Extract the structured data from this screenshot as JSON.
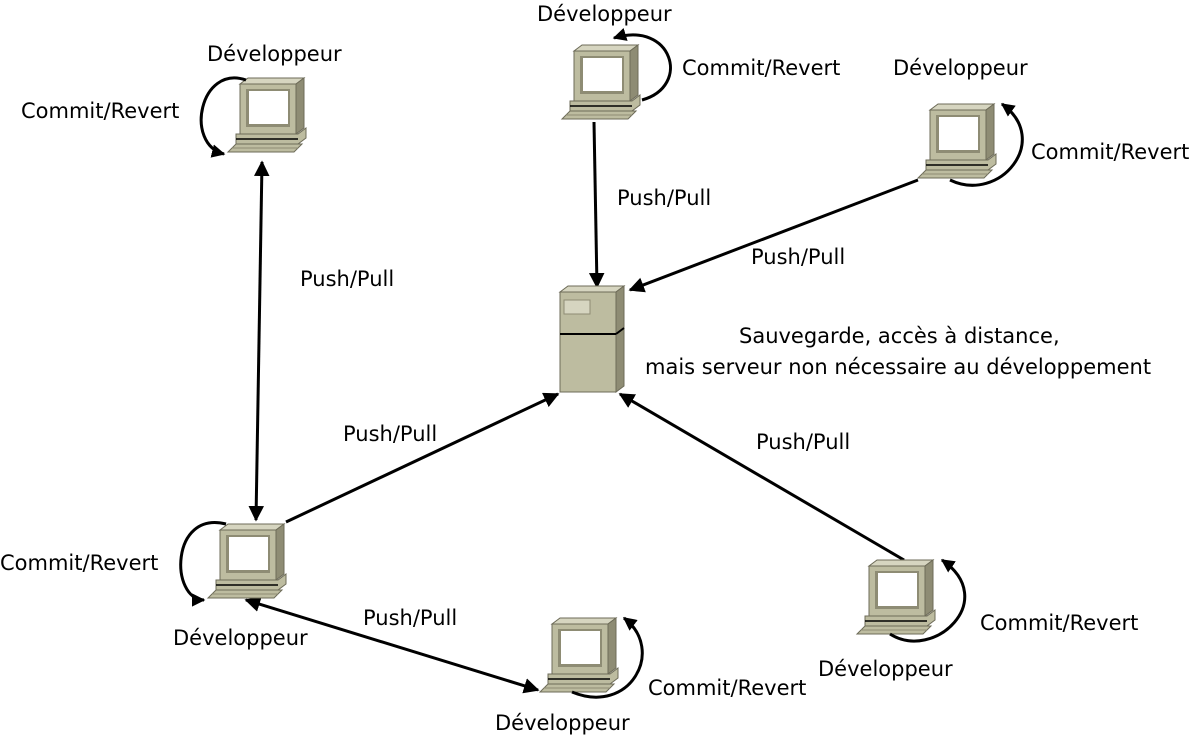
{
  "developer_label": "Développeur",
  "commit_label": "Commit/Revert",
  "push_pull_label": "Push/Pull",
  "server_note": {
    "line1": "Sauvegarde, accès à distance,",
    "line2": "mais serveur non nécessaire au développement"
  },
  "colors": {
    "computer_body": "#bdbca0",
    "computer_dark": "#8e8c74",
    "screen": "#ffffff",
    "arrow": "#000000"
  },
  "icons": [
    "desktop-computer-icon",
    "server-tower-icon"
  ]
}
